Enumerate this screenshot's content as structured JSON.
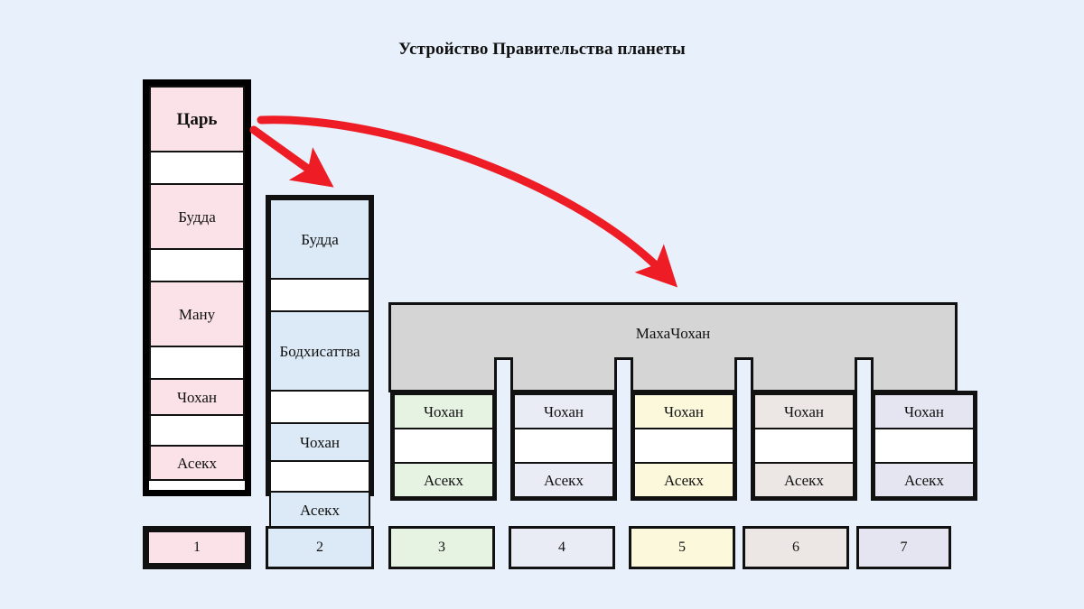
{
  "title": "Устройство Правительства планеты",
  "colors": {
    "background": "#e8f0fb",
    "outline": "#111111",
    "frame": "#000000",
    "arrow": "#ee1c25",
    "maha_block": "#d5d5d5",
    "empty_cell": "#ffffff",
    "col1": "#fbe2e8",
    "col2": "#dceaf7",
    "col3": "#e6f2e2",
    "col4": "#eaecf5",
    "col5": "#fcf8dc",
    "col6": "#ece7e4",
    "col7": "#e5e5f1"
  },
  "column1": {
    "id": 1,
    "cells": [
      {
        "label": "Царь",
        "filled": true,
        "bold": true
      },
      {
        "label": "",
        "filled": false,
        "bold": false
      },
      {
        "label": "Будда",
        "filled": true,
        "bold": false
      },
      {
        "label": "",
        "filled": false,
        "bold": false
      },
      {
        "label": "Ману",
        "filled": true,
        "bold": false
      },
      {
        "label": "",
        "filled": false,
        "bold": false
      },
      {
        "label": "Чохан",
        "filled": true,
        "bold": false
      },
      {
        "label": "",
        "filled": false,
        "bold": false
      },
      {
        "label": "Асекх",
        "filled": true,
        "bold": false
      }
    ]
  },
  "column2": {
    "id": 2,
    "cells": [
      {
        "label": "Будда",
        "filled": true
      },
      {
        "label": "",
        "filled": false
      },
      {
        "label": "Бодхисаттва",
        "filled": true
      },
      {
        "label": "",
        "filled": false
      },
      {
        "label": "Чохан",
        "filled": true
      },
      {
        "label": "",
        "filled": false
      },
      {
        "label": "Асекх",
        "filled": true
      }
    ]
  },
  "maha": {
    "label": "МахаЧохан",
    "subcolumns": [
      {
        "id": 3,
        "cells": [
          {
            "label": "Чохан",
            "filled": true
          },
          {
            "label": "",
            "filled": false
          },
          {
            "label": "Асекх",
            "filled": true
          }
        ]
      },
      {
        "id": 4,
        "cells": [
          {
            "label": "Чохан",
            "filled": true
          },
          {
            "label": "",
            "filled": false
          },
          {
            "label": "Асекх",
            "filled": true
          }
        ]
      },
      {
        "id": 5,
        "cells": [
          {
            "label": "Чохан",
            "filled": true
          },
          {
            "label": "",
            "filled": false
          },
          {
            "label": "Асекх",
            "filled": true
          }
        ]
      },
      {
        "id": 6,
        "cells": [
          {
            "label": "Чохан",
            "filled": true
          },
          {
            "label": "",
            "filled": false
          },
          {
            "label": "Асекх",
            "filled": true
          }
        ]
      },
      {
        "id": 7,
        "cells": [
          {
            "label": "Чохан",
            "filled": true
          },
          {
            "label": "",
            "filled": false
          },
          {
            "label": "Асекх",
            "filled": true
          }
        ]
      }
    ]
  },
  "legend": [
    {
      "label": "1",
      "color_key": "col1",
      "framed": true
    },
    {
      "label": "2",
      "color_key": "col2",
      "framed": false
    },
    {
      "label": "3",
      "color_key": "col3",
      "framed": false
    },
    {
      "label": "4",
      "color_key": "col4",
      "framed": false
    },
    {
      "label": "5",
      "color_key": "col5",
      "framed": false
    },
    {
      "label": "6",
      "color_key": "col6",
      "framed": false
    },
    {
      "label": "7",
      "color_key": "col7",
      "framed": false
    }
  ],
  "arrows": [
    {
      "name": "king-to-buddha-arrow",
      "kind": "straight"
    },
    {
      "name": "king-to-mahachohan-arrow",
      "kind": "curved"
    }
  ]
}
